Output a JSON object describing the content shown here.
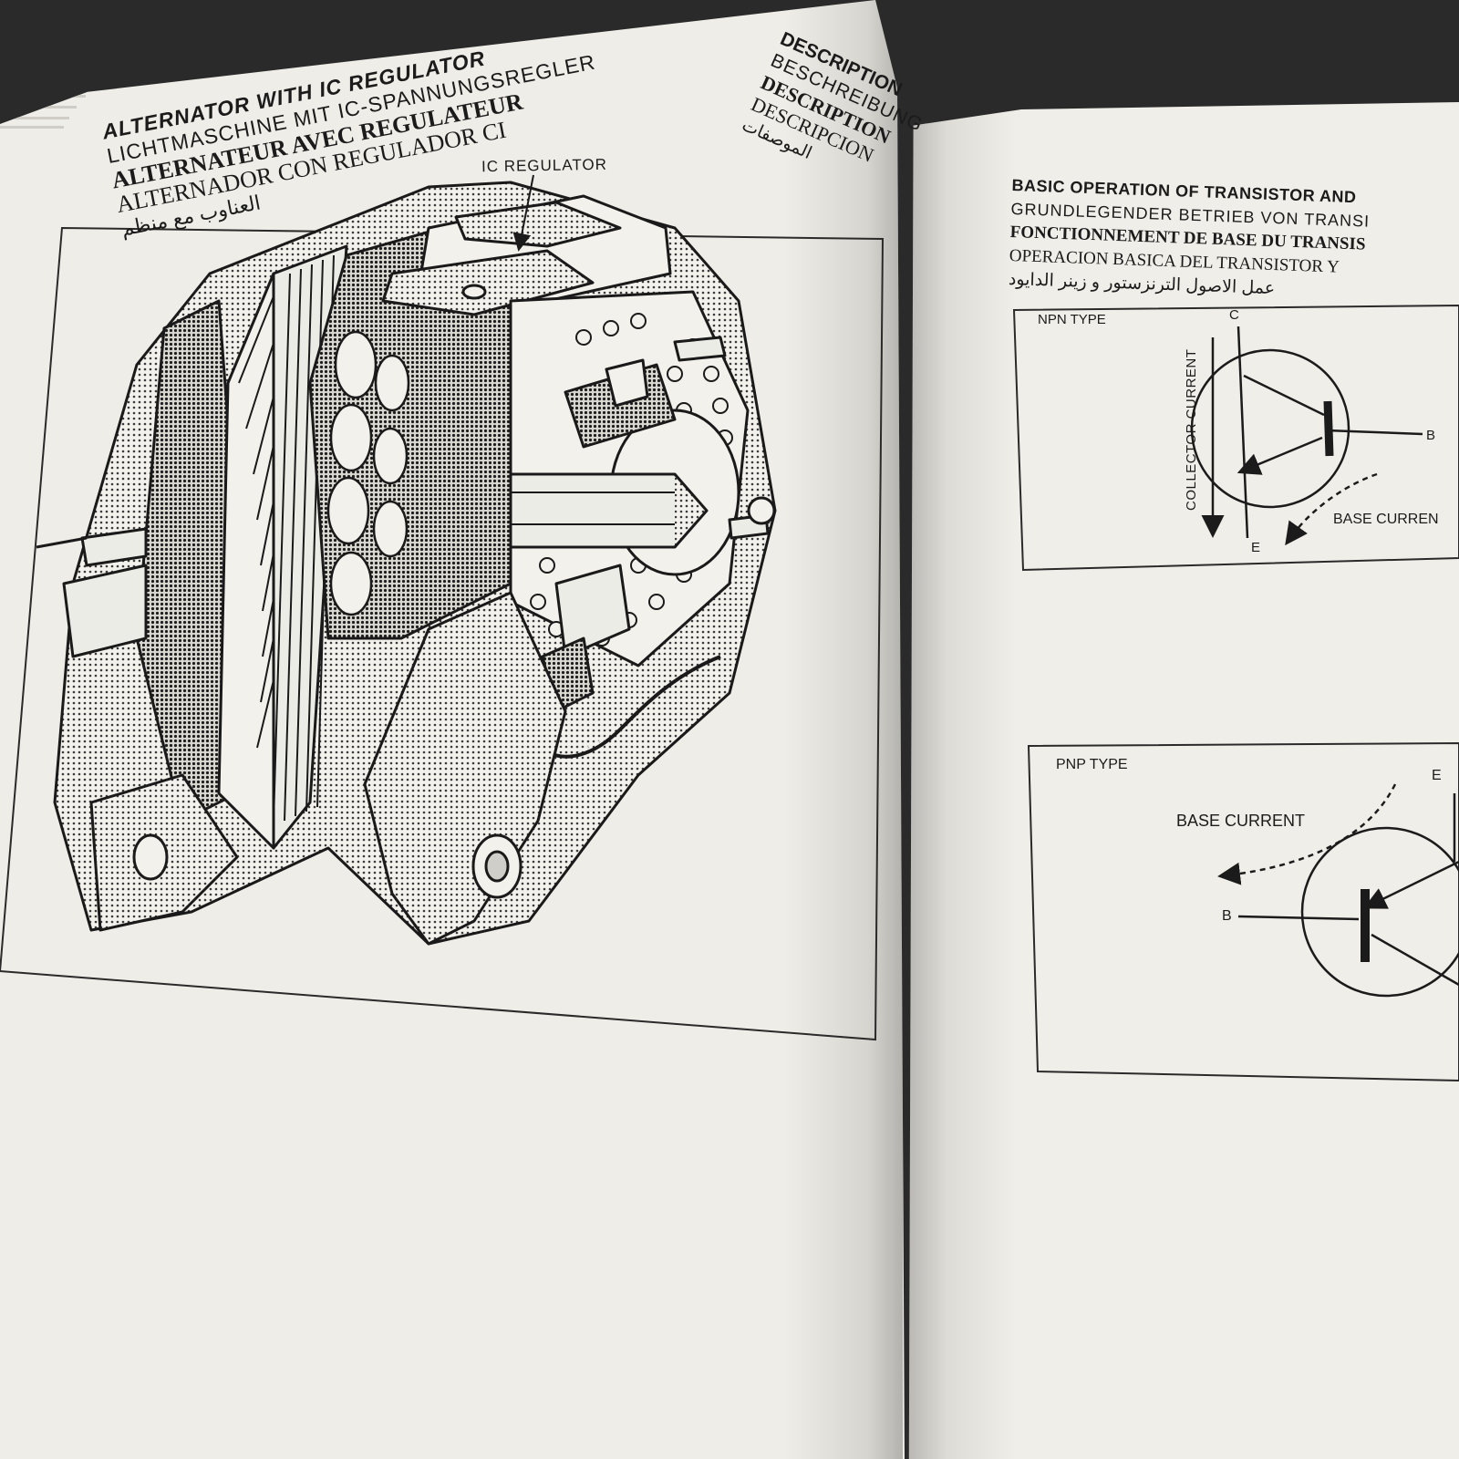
{
  "left_page": {
    "title": {
      "en": "ALTERNATOR WITH IC REGULATOR",
      "de": "LICHTMASCHINE MIT IC-SPANNUNGSREGLER",
      "fr": "ALTERNATEUR AVEC REGULATEUR",
      "es": "ALTERNADOR CON REGULADOR CI",
      "ar": "العناوب مع منظم"
    },
    "section": {
      "en": "DESCRIPTION",
      "de": "BESCHREIBUNG",
      "fr": "DESCRIPTION",
      "es": "DESCRIPCION",
      "ar": "الموصفات"
    },
    "figure_label": "IC REGULATOR"
  },
  "right_page": {
    "title": {
      "en": "BASIC OPERATION OF TRANSISTOR AND",
      "de": "GRUNDLEGENDER BETRIEB VON TRANSI",
      "fr": "FONCTIONNEMENT DE BASE DU TRANSIS",
      "es": "OPERACION BASICA DEL TRANSISTOR Y",
      "ar": "عمل الاصول الترنزستور و زينر الدايود"
    },
    "npn": {
      "type_label": "NPN TYPE",
      "collector": "C",
      "base": "B",
      "emitter": "E",
      "collector_current": "COLLECTOR CURRENT",
      "base_current": "BASE CURREN"
    },
    "pnp": {
      "type_label": "PNP TYPE",
      "emitter": "E",
      "base": "B",
      "base_current": "BASE CURRENT"
    }
  },
  "colors": {
    "paper": "#eeede7",
    "ink": "#1b1b1b",
    "background": "#2a2a2a"
  }
}
